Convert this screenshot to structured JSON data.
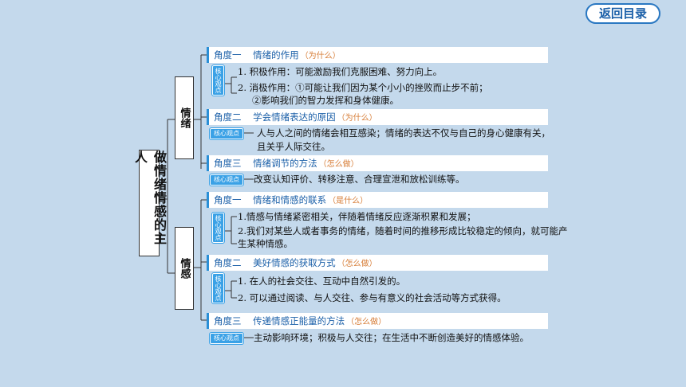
{
  "nav": {
    "back_label": "返回目录"
  },
  "root": {
    "title": "做情绪情感的主人"
  },
  "colors": {
    "accent": "#2a8fd6",
    "question": "#d67a32",
    "background": "#c4d9ec"
  },
  "branches": [
    {
      "title": "情绪",
      "angles": [
        {
          "label": "角度一",
          "topic": "情绪的作用",
          "question": "（为什么）",
          "badge": "核心观点",
          "lines": [
            "1.  积极作用：可能激励我们克服困难、努力向上。",
            "2.  消极作用：①可能让我们因为某个小小的挫败而止步不前；",
            "②影响我们的智力发挥和身体健康。"
          ]
        },
        {
          "label": "角度二",
          "topic": "学会情绪表达的原因",
          "question": "（为什么）",
          "badge": "核心观点",
          "lines": [
            "人与人之间的情绪会相互感染；情绪的表达不仅与自己的身心健康有关，",
            "且关乎人际交往。"
          ]
        },
        {
          "label": "角度三",
          "topic": "情绪调节的方法",
          "question": "（怎么做）",
          "badge": "核心观点",
          "lines": [
            "改变认知评价、转移注意、合理宣泄和放松训练等。"
          ]
        }
      ]
    },
    {
      "title": "情感",
      "angles": [
        {
          "label": "角度一",
          "topic": "情绪和情感的联系",
          "question": "（是什么）",
          "badge": "核心观点",
          "lines": [
            "1.情感与情绪紧密相关，伴随着情绪反应逐渐积累和发展；",
            "2.我们对某些人或者事务的情绪，随着时间的推移形成比较稳定的倾向，就可能产",
            "生某种情感。"
          ]
        },
        {
          "label": "角度二",
          "topic": "美好情感的获取方式",
          "question": "（怎么做）",
          "badge": "核心观点",
          "lines": [
            "1. 在人的社会交往、互动中自然引发的。",
            "2. 可以通过阅读、与人交往、参与有意义的社会活动等方式获得。"
          ]
        },
        {
          "label": "角度三",
          "topic": "传递情感正能量的方法",
          "question": "（怎么做）",
          "badge": "核心观点",
          "lines": [
            "主动影响环境；积极与人交往；在生活中不断创造美好的情感体验。"
          ]
        }
      ]
    }
  ]
}
